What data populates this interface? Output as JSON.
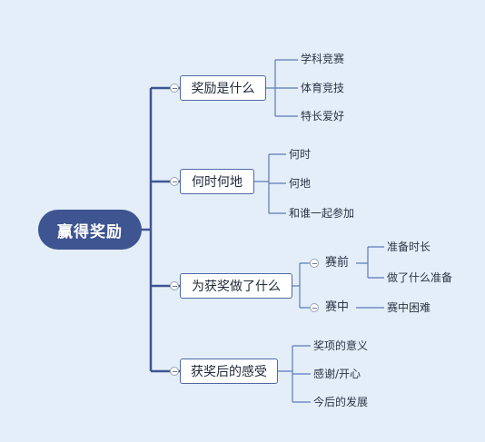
{
  "root": {
    "label": "赢得奖励"
  },
  "branches": [
    {
      "label": "奖励是什么",
      "children": [
        "学科竞赛",
        "体育竞技",
        "特长爱好"
      ]
    },
    {
      "label": "何时何地",
      "children": [
        "何时",
        "何地",
        "和谁一起参加"
      ]
    },
    {
      "label": "为获奖做了什么",
      "subtopics": [
        {
          "label": "赛前",
          "children": [
            "准备时长",
            "做了什么准备"
          ]
        },
        {
          "label": "赛中",
          "children": [
            "赛中困难"
          ]
        }
      ]
    },
    {
      "label": "获奖后的感受",
      "children": [
        "奖项的意义",
        "感谢/开心",
        "今后的发展"
      ]
    }
  ],
  "colors": {
    "background": "#e4eef8",
    "root_fill": "#3f5592",
    "connector": "#3f5592",
    "branch_border": "#4e6aa6",
    "fine_line": "#5a7ab8"
  }
}
